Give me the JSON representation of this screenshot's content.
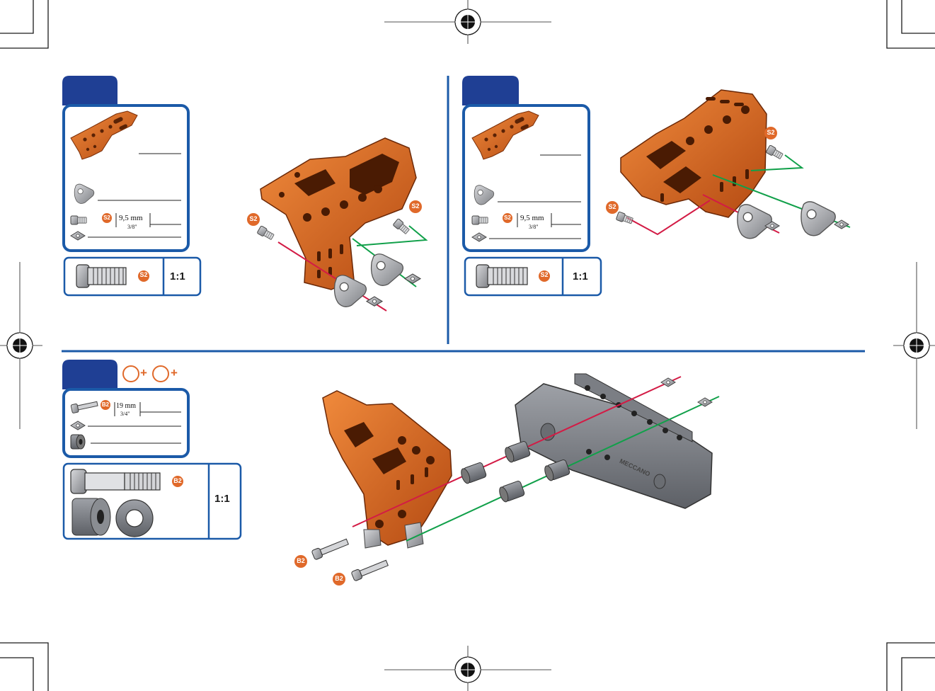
{
  "step1": {
    "parts": {
      "bolt_code": "S2",
      "bolt_length_mm": "9,5 mm",
      "bolt_length_in": "3/8\""
    },
    "scale": {
      "bolt_code": "S2",
      "ratio": "1:1"
    },
    "callouts": [
      "S2",
      "S2"
    ]
  },
  "step2": {
    "parts": {
      "bolt_code": "S2",
      "bolt_length_mm": "9,5 mm",
      "bolt_length_in": "3/8\""
    },
    "scale": {
      "bolt_code": "S2",
      "ratio": "1:1"
    },
    "callouts": [
      "S2",
      "S2"
    ]
  },
  "step3": {
    "plus_signs": [
      "+",
      "+"
    ],
    "parts": {
      "bolt_code": "B2",
      "bolt_length_mm": "19 mm",
      "bolt_length_in": "3/4\""
    },
    "scale": {
      "bolt_code": "B2",
      "ratio": "1:1"
    },
    "callouts": [
      "B2",
      "B2"
    ],
    "brand_text": "MECCANO"
  },
  "colors": {
    "blue": "#1b5aa8",
    "navy": "#1f3f94",
    "orange": "#d8601b",
    "badge": "#e0692a",
    "red_line": "#d31b45",
    "green_line": "#11a04a",
    "grey_part": "#8d8f94"
  }
}
